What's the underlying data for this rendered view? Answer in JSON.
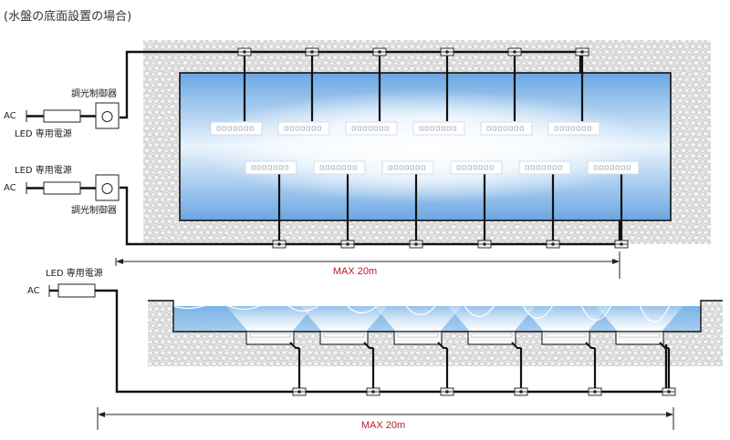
{
  "title": "(水盤の底面設置の場合)",
  "labels": {
    "ac": "AC",
    "power_supply": "LED 専用電源",
    "dimmer": "調光制御器",
    "max_length": "MAX 20m"
  },
  "colors": {
    "water_light": "#e8f3fd",
    "water_mid": "#a9cdef",
    "water_edge": "#6aa7e2",
    "stone": "#dcdcdc",
    "wire": "#111111",
    "max_label": "#c0182a"
  },
  "fixtures": {
    "top_row_count": 6,
    "bottom_row_count": 6,
    "side_section_count": 6
  }
}
